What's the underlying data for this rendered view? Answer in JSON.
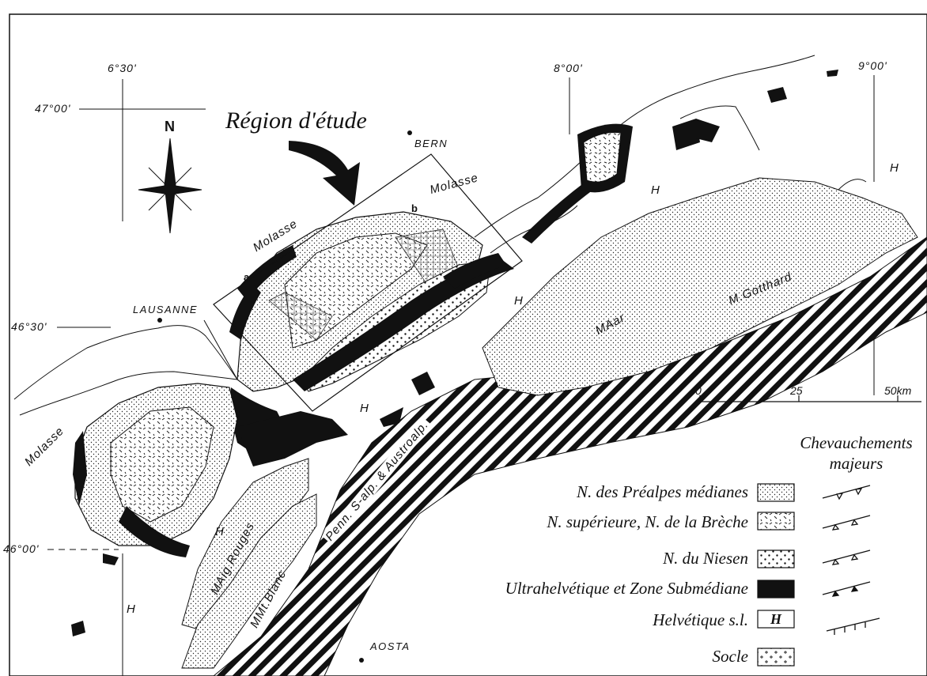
{
  "map": {
    "title": "Région d'étude",
    "north": "N",
    "coordinates": {
      "lon_630": "6°30'",
      "lon_800": "8°00'",
      "lon_900": "9°00'",
      "lat_4700": "47°00'",
      "lat_4630": "46°30'",
      "lat_4600": "46°00'"
    },
    "places": {
      "bern": "BERN",
      "lausanne": "LAUSANNE",
      "aosta": "AOSTA"
    },
    "profile_points": {
      "a": "a",
      "b": "b"
    },
    "region_labels": {
      "molasse_1": "Molasse",
      "molasse_2": "Molasse",
      "molasse_3": "Molasse",
      "h": "H",
      "maar": "MAar",
      "mgotthard": "M.Gotthard",
      "maig": "MAig.Rouges",
      "mmtblanc": "MMt.Blanc",
      "penn": "Penn. S-alp. & Austroalp."
    },
    "scale": {
      "v0": "0",
      "v25": "25",
      "v50": "50km"
    },
    "colors": {
      "ink": "#111111",
      "paper": "#ffffff"
    }
  },
  "legend": {
    "thrust_title_1": "Chevauchements",
    "thrust_title_2": "majeurs",
    "items": [
      {
        "label": "N. des Préalpes médianes",
        "pattern": "fine-dots"
      },
      {
        "label": "N. supérieure, N. de la Brèche",
        "pattern": "dashes"
      },
      {
        "label": "N. du Niesen",
        "pattern": "coarse-dots"
      },
      {
        "label": "Ultrahelvétique et Zone Submédiane",
        "pattern": "solid-black"
      },
      {
        "label": "Helvétique s.l.",
        "pattern": "letter-H",
        "symbol": "H"
      },
      {
        "label": "Socle",
        "pattern": "crosses"
      }
    ]
  }
}
